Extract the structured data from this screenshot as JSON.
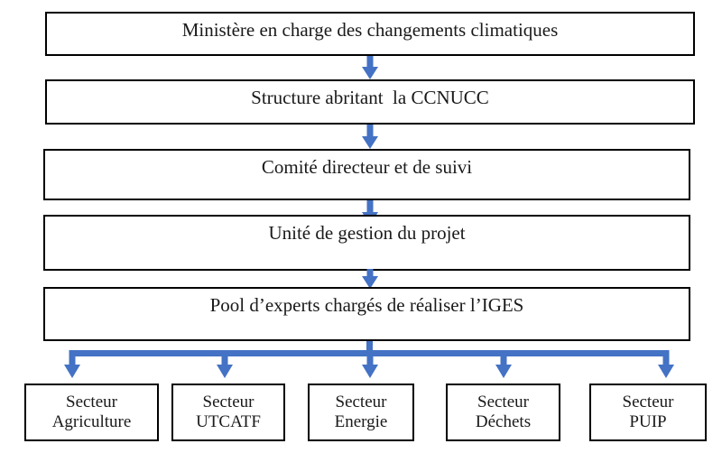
{
  "diagram": {
    "type": "flowchart",
    "orientation": "top-down",
    "accent_color": "#4472C4",
    "box_border_color": "#000000",
    "background_color": "#FFFFFF",
    "text_color": "#1A1A1A",
    "chain": [
      {
        "id": "ministere",
        "label": "Ministère en charge des changements climatiques"
      },
      {
        "id": "structure",
        "label": "Structure abritant  la CCNUCC"
      },
      {
        "id": "comite",
        "label": "Comité directeur et de suivi"
      },
      {
        "id": "unite",
        "label": "Unité de gestion du projet"
      },
      {
        "id": "pool",
        "label": "Pool d’experts chargés de réaliser l’IGES"
      }
    ],
    "sectors": [
      {
        "id": "agriculture",
        "line1": "Secteur",
        "line2": "Agriculture"
      },
      {
        "id": "utcatf",
        "line1": "Secteur",
        "line2": "UTCATF"
      },
      {
        "id": "energie",
        "line1": "Secteur",
        "line2": "Energie"
      },
      {
        "id": "dechets",
        "line1": "Secteur",
        "line2": "Déchets"
      },
      {
        "id": "puip",
        "line1": "Secteur",
        "line2": "PUIP"
      }
    ],
    "connectors": [
      {
        "id": "arrow-ministere-structure",
        "kind": "down-arrow"
      },
      {
        "id": "arrow-structure-comite",
        "kind": "down-arrow"
      },
      {
        "id": "arrow-comite-unite",
        "kind": "down-arrow"
      },
      {
        "id": "arrow-unite-pool",
        "kind": "down-arrow"
      },
      {
        "id": "bus-pool-sectors",
        "kind": "fan-out",
        "branches": 5
      }
    ]
  }
}
